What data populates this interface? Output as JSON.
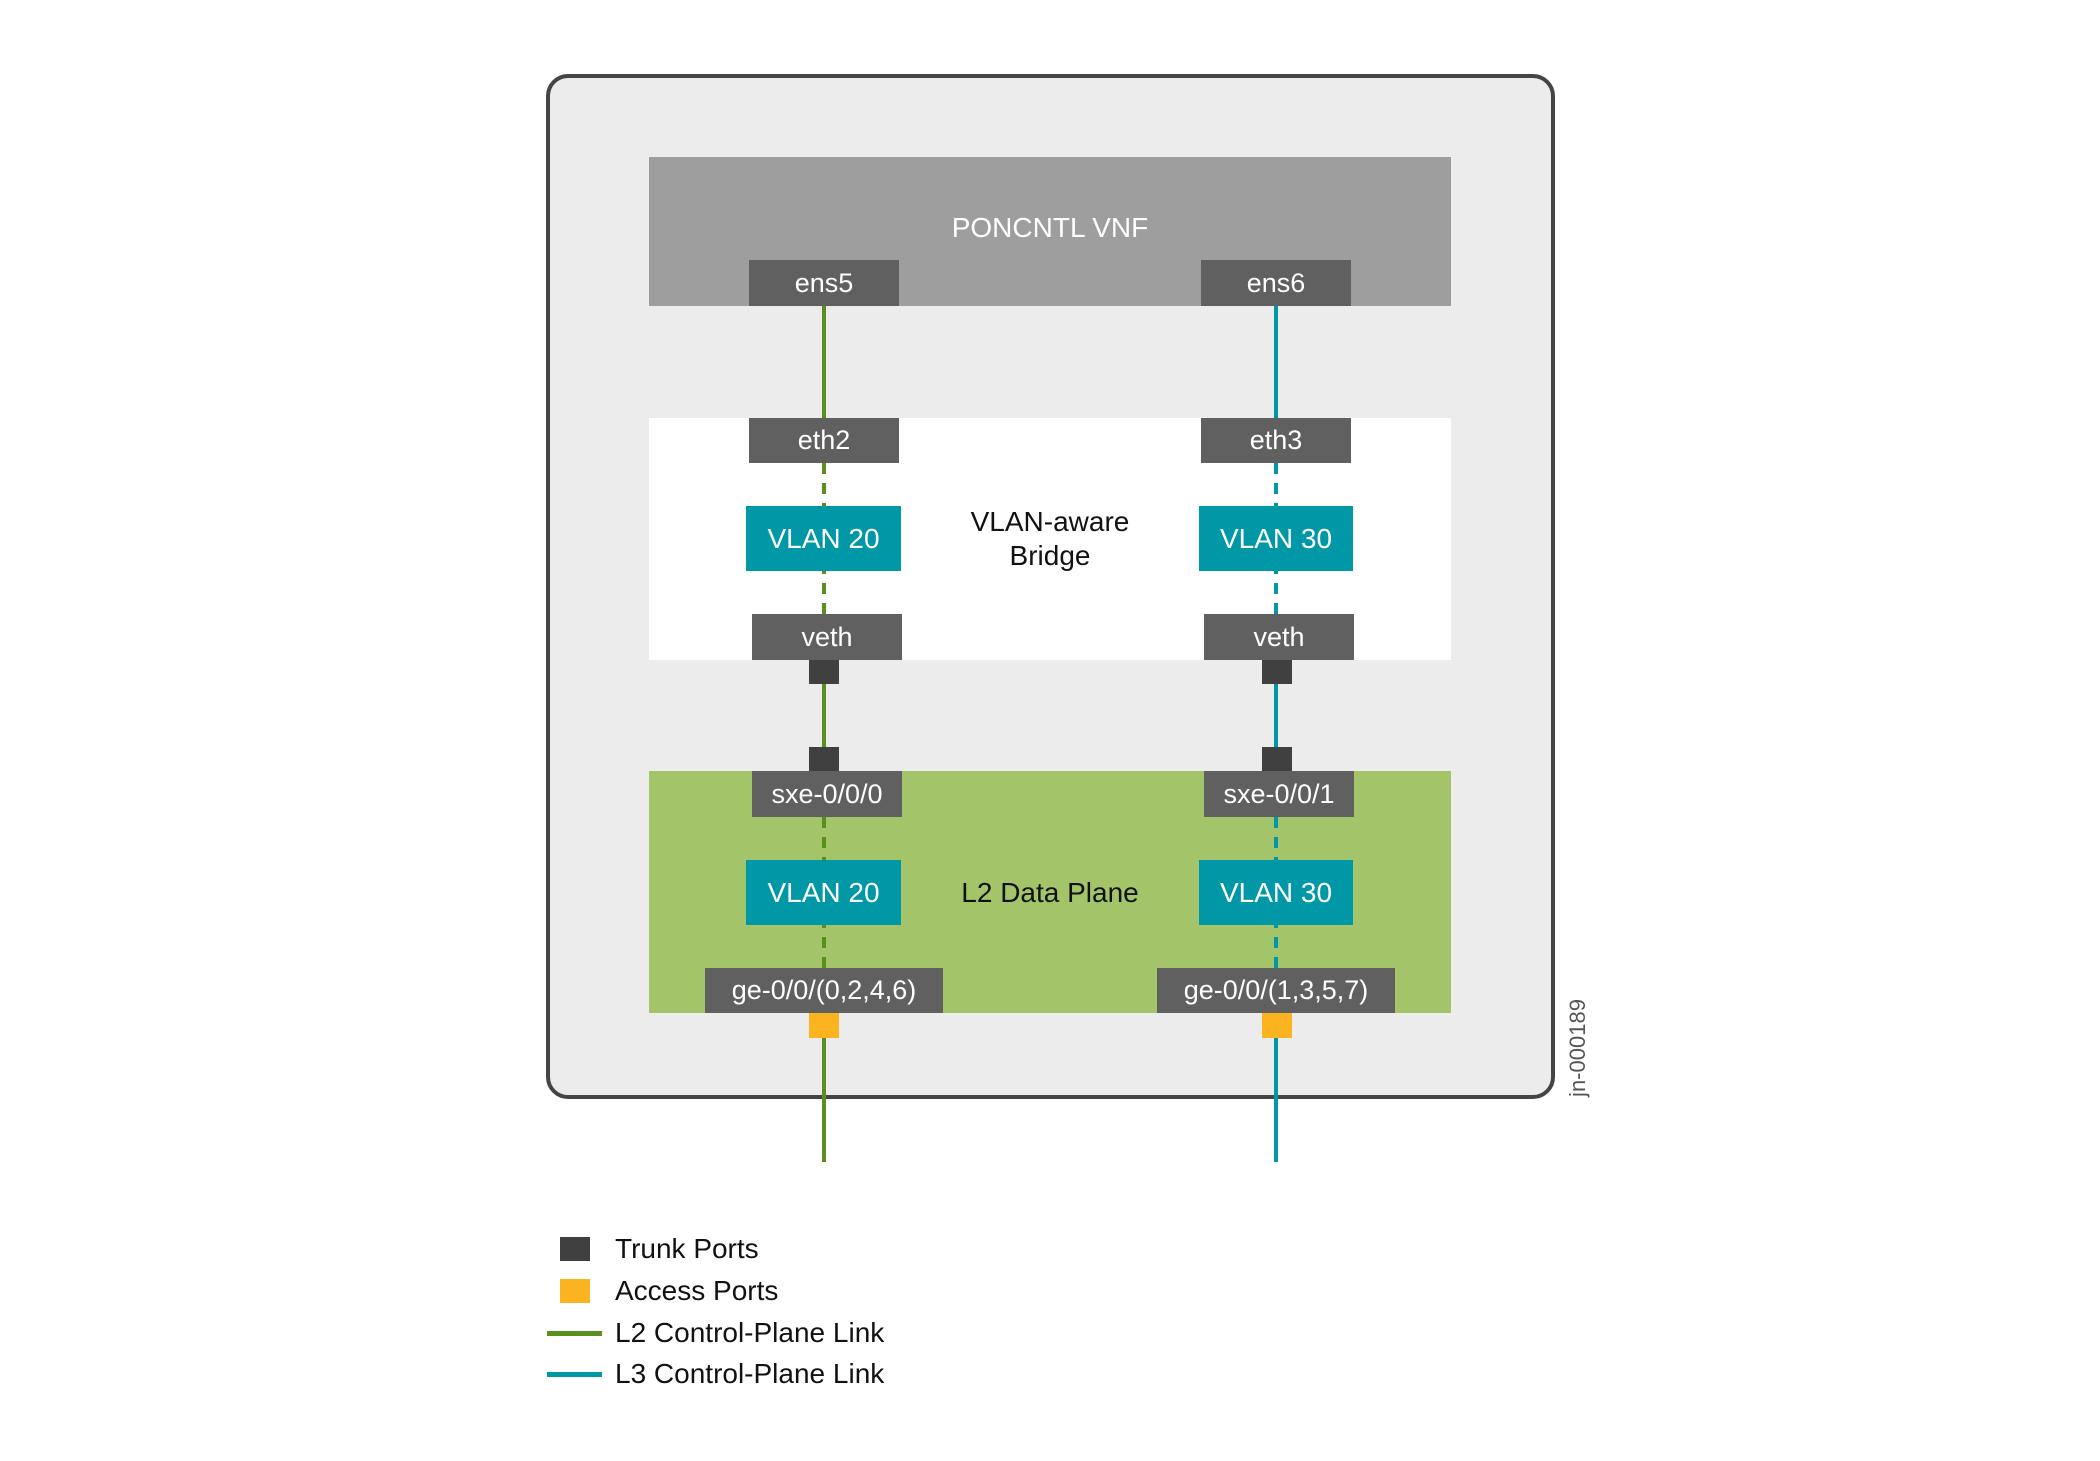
{
  "diagram": {
    "figure_id": "jn-000189",
    "sections": {
      "vnf": {
        "title": "PONCNTL VNF"
      },
      "bridge": {
        "title": "VLAN-aware\nBridge",
        "line1": "VLAN-aware",
        "line2": "Bridge"
      },
      "data_plane": {
        "title": "L2 Data Plane"
      }
    },
    "left_path": {
      "link_type": "L2 Control-Plane Link",
      "color": "#5a8f1f",
      "vnf_interface": "ens5",
      "bridge_interface": "eth2",
      "bridge_vlan": "VLAN 20",
      "bridge_veth": "veth",
      "dp_interface": "sxe-0/0/0",
      "dp_vlan": "VLAN 20",
      "access_interface": "ge-0/0/(0,2,4,6)"
    },
    "right_path": {
      "link_type": "L3 Control-Plane Link",
      "color": "#0097a7",
      "vnf_interface": "ens6",
      "bridge_interface": "eth3",
      "bridge_vlan": "VLAN 30",
      "bridge_veth": "veth",
      "dp_interface": "sxe-0/0/1",
      "dp_vlan": "VLAN 30",
      "access_interface": "ge-0/0/(1,3,5,7)"
    },
    "colors": {
      "trunk_port": "#404040",
      "access_port": "#fbb41f",
      "interface_box": "#606060",
      "vlan_box": "#0097a7",
      "vnf_band": "#9e9e9e",
      "data_plane_band": "#a4c46a",
      "container": "#ececec"
    }
  },
  "legend": {
    "items": [
      {
        "kind": "square",
        "label": "Trunk Ports",
        "color": "#404040"
      },
      {
        "kind": "square",
        "label": "Access Ports",
        "color": "#fbb41f"
      },
      {
        "kind": "line",
        "label": "L2 Control-Plane Link",
        "color": "#5a8f1f"
      },
      {
        "kind": "line",
        "label": "L3 Control-Plane Link",
        "color": "#0097a7"
      }
    ]
  }
}
